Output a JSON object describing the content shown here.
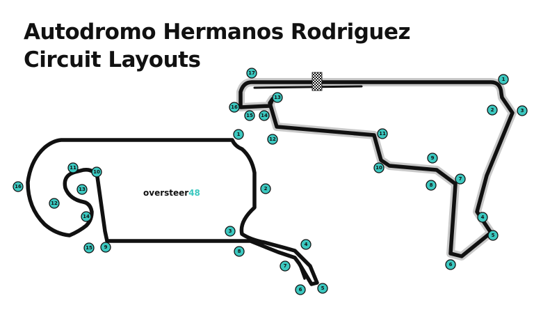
{
  "title": {
    "line1": "Autodromo Hermanos Rodriguez",
    "line2": "Circuit Layouts"
  },
  "logo": {
    "text": "oversteer",
    "number": "48",
    "accent_color": "#3cc8c0"
  },
  "colors": {
    "track": "#111111",
    "halo": "#c9c9c9",
    "marker_fill": "#3cc8c0"
  },
  "layouts": [
    {
      "id": "current",
      "turns": [
        "1",
        "2",
        "3",
        "4",
        "5",
        "6",
        "7",
        "8",
        "9",
        "10",
        "11",
        "12",
        "13",
        "14",
        "15",
        "16",
        "17"
      ]
    },
    {
      "id": "historic",
      "turns": [
        "1",
        "2",
        "3",
        "4",
        "5",
        "6",
        "7",
        "8",
        "9",
        "10",
        "11",
        "12",
        "13",
        "14",
        "15",
        "16"
      ]
    }
  ]
}
